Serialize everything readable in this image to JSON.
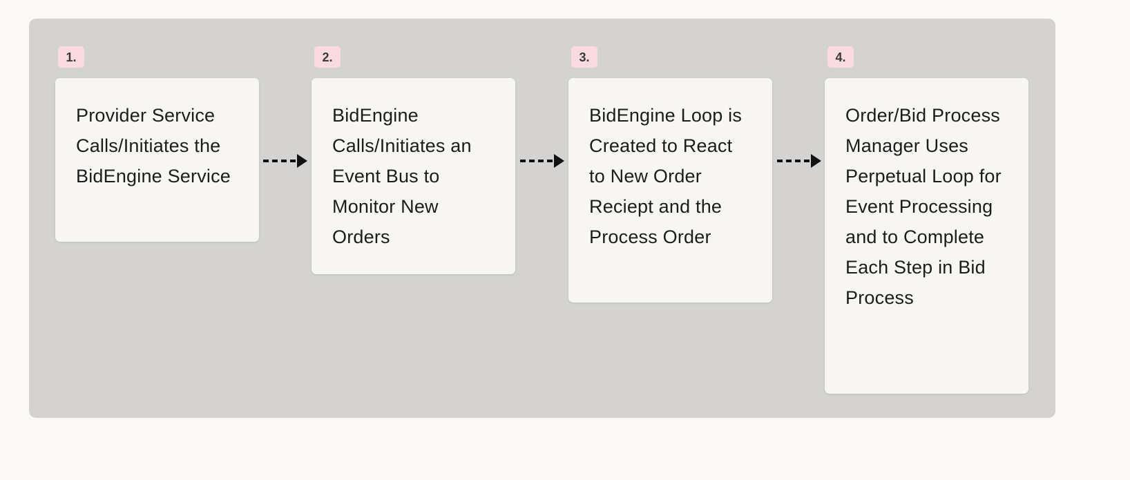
{
  "steps": [
    {
      "number": "1.",
      "text": "Provider Service Calls/Initiates the BidEngine Service"
    },
    {
      "number": "2.",
      "text": "BidEngine Calls/Initiates an Event Bus to Monitor New Orders"
    },
    {
      "number": "3.",
      "text": "BidEngine Loop is Created to React to New Order Reciept and the Process Order"
    },
    {
      "number": "4.",
      "text": "Order/Bid Process Manager Uses Perpetual Loop for Event Processing and to Complete Each Step in Bid Process"
    }
  ],
  "colors": {
    "page_bg": "#fbf9f6",
    "canvas_bg": "#d4d3d1",
    "card_bg": "#f8f6f2",
    "badge_bg": "#fadbe2",
    "text_color": "#1c1c1c",
    "arrow_color": "#111111"
  }
}
